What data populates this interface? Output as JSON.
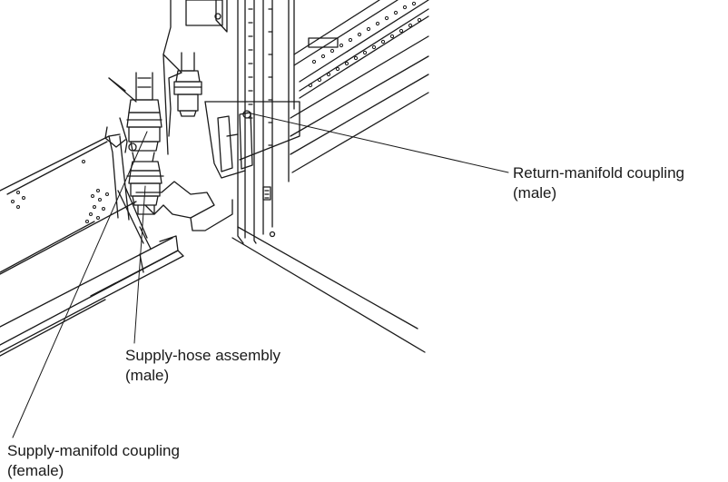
{
  "callouts": {
    "return_manifold": {
      "line1": "Return-manifold coupling",
      "line2": "(male)"
    },
    "supply_hose": {
      "line1": "Supply-hose assembly",
      "line2": "(male)"
    },
    "supply_manifold": {
      "line1": "Supply-manifold coupling",
      "line2": "(female)"
    }
  },
  "colors": {
    "stroke": "#1a1a1a",
    "background": "#ffffff"
  }
}
